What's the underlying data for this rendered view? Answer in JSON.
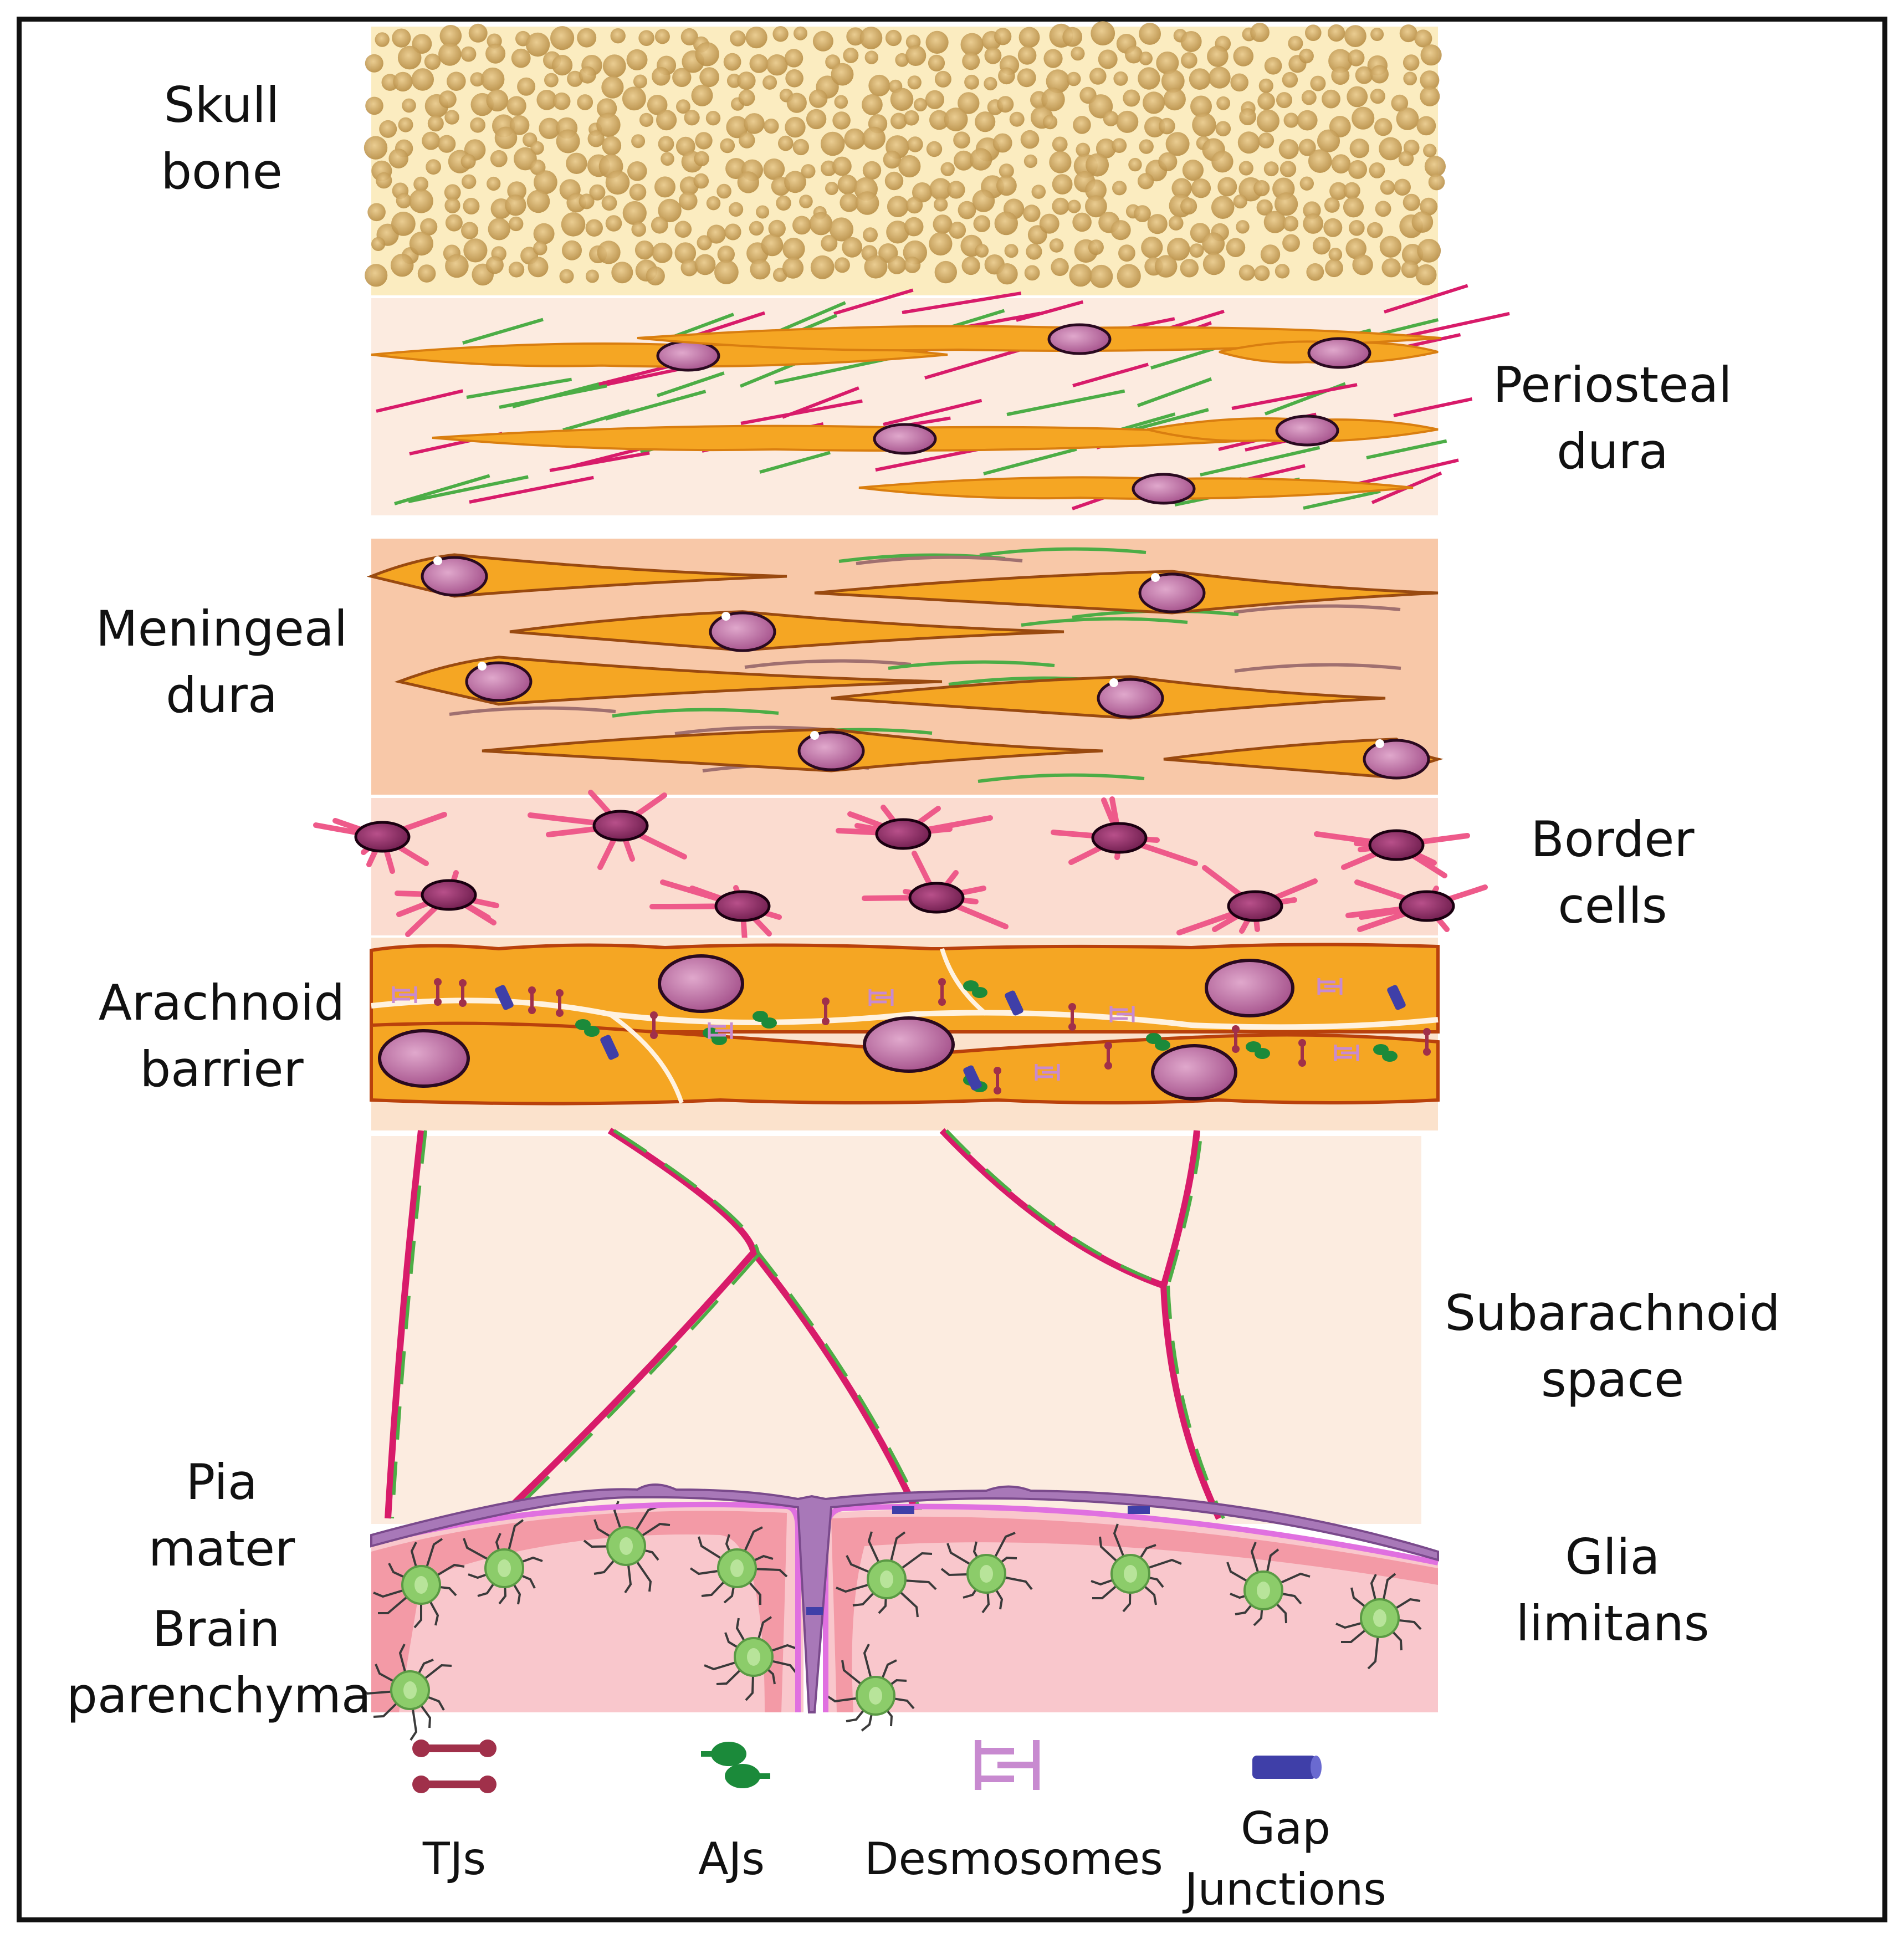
{
  "colors": {
    "skull_bg": "#fbecc0",
    "skull_spot": "#c9a15a",
    "periosteal_bg": "#fcebe0",
    "meningeal_bg": "#f8c8a8",
    "border_bg": "#fbdcd0",
    "arachnoid_cell": "#f5a623",
    "subarachnoid_bg": "#fcece0",
    "pia": "#a878b8",
    "glia_limitans": "#e070e0",
    "parenchyma": "#f9c7cc",
    "parenchyma_edge": "#ee7c8c",
    "astrocyte": "#8ccc6a",
    "nucleus": "#b85c94",
    "fiber_pink": "#d81b6a",
    "fiber_green": "#4cad46",
    "tj": "#a0304a",
    "aj": "#1b8a3a",
    "desmosome": "#c88ad0",
    "gap_junction": "#3f3fa8"
  },
  "labels": {
    "skull_bone": [
      "Skull",
      "bone"
    ],
    "periosteal_dura": [
      "Periosteal",
      "dura"
    ],
    "meningeal_dura": [
      "Meningeal",
      "dura"
    ],
    "border_cells": [
      "Border",
      "cells"
    ],
    "arachnoid_barrier": [
      "Arachnoid",
      "barrier"
    ],
    "subarachnoid_space": [
      "Subarachnoid",
      "space"
    ],
    "pia_mater": [
      "Pia",
      "mater"
    ],
    "glia_limitans": [
      "Glia",
      "limitans"
    ],
    "brain_parenchyma": [
      "Brain",
      "parenchyma"
    ]
  },
  "legend": {
    "tjs": "TJs",
    "ajs": "AJs",
    "desmosomes": "Desmosomes",
    "gap_junctions": [
      "Gap",
      "Junctions"
    ]
  }
}
